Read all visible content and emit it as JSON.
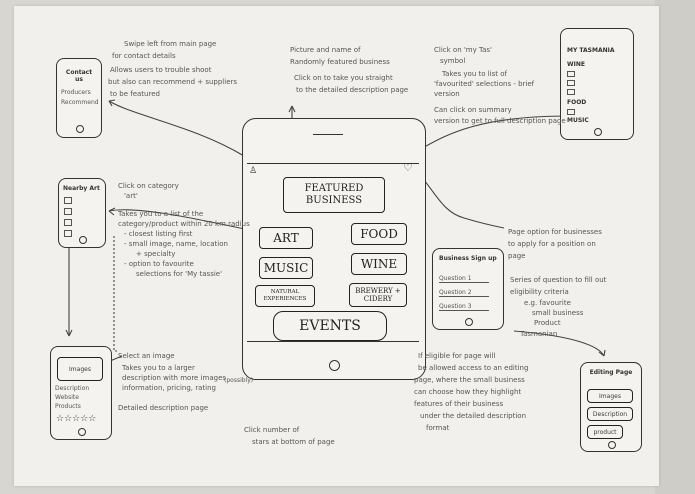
{
  "tablet": {
    "featured": "FEATURED BUSINESS",
    "art": "ART",
    "food": "FOOD",
    "music": "MUSIC",
    "wine": "WINE",
    "natural": "NATURAL EXPERIENCES",
    "brewery": "BREWERY + CIDERY",
    "events": "EVENTS"
  },
  "contact_phone": {
    "title": "Contact us",
    "lines": [
      "Producers",
      "Recommend"
    ]
  },
  "nearby_phone": {
    "title": "Nearby Art"
  },
  "detail_phone": {
    "header": "Images",
    "lines": [
      "Description",
      "Website",
      "Products"
    ]
  },
  "tasmania_phone": {
    "title": "MY TASMANIA",
    "sections": [
      "WINE",
      "FOOD",
      "MUSIC"
    ]
  },
  "signup_phone": {
    "title": "Business Sign up",
    "q1": "Question 1",
    "q2": "Question 2",
    "q3": "Question 3"
  },
  "editing_phone": {
    "title": "Editing Page",
    "images": "Images",
    "description": "Description",
    "product": "product"
  },
  "notes": {
    "swipe": [
      "Swipe left from main page",
      "for contact details",
      "Allows users to trouble shoot",
      "but also can recommend + suppliers",
      "to be featured"
    ],
    "picture": [
      "Picture and name of",
      "Randomly featured business",
      "Click on to take you straight",
      "to the detailed description page"
    ],
    "heart": [
      "Click on 'my Tas'",
      "symbol",
      "Takes you to list of",
      "'favourited' selections - brief",
      "version",
      "Can click on summary",
      "version to get to full description page"
    ],
    "category": [
      "Click on category",
      "'art'",
      "Takes you to a list of the",
      "category/product within 20 km radius",
      "- closest listing first",
      "- small image, name, location",
      "+ specialty",
      "- option to favourite",
      "selections for 'My tassie'"
    ],
    "apply": [
      "Page option for businesses",
      "to apply for a position on",
      "page",
      "Series of question to fill out",
      "eligibility criteria",
      "e.g. favourite",
      "small business",
      "Product",
      "Tasmanian"
    ],
    "select": [
      "Select an image",
      "Takes you to a larger",
      "description with more images",
      "information, pricing, rating",
      "Detailed description page"
    ],
    "eligible": [
      "If eligible for page will",
      "be allowed access to an editing",
      "page, where the small business",
      "can choose how they highlight",
      "features of their business",
      "under the detailed description",
      "format"
    ],
    "stars": [
      "Click number of",
      "stars at bottom of page"
    ],
    "possibly": "(possibly)"
  }
}
